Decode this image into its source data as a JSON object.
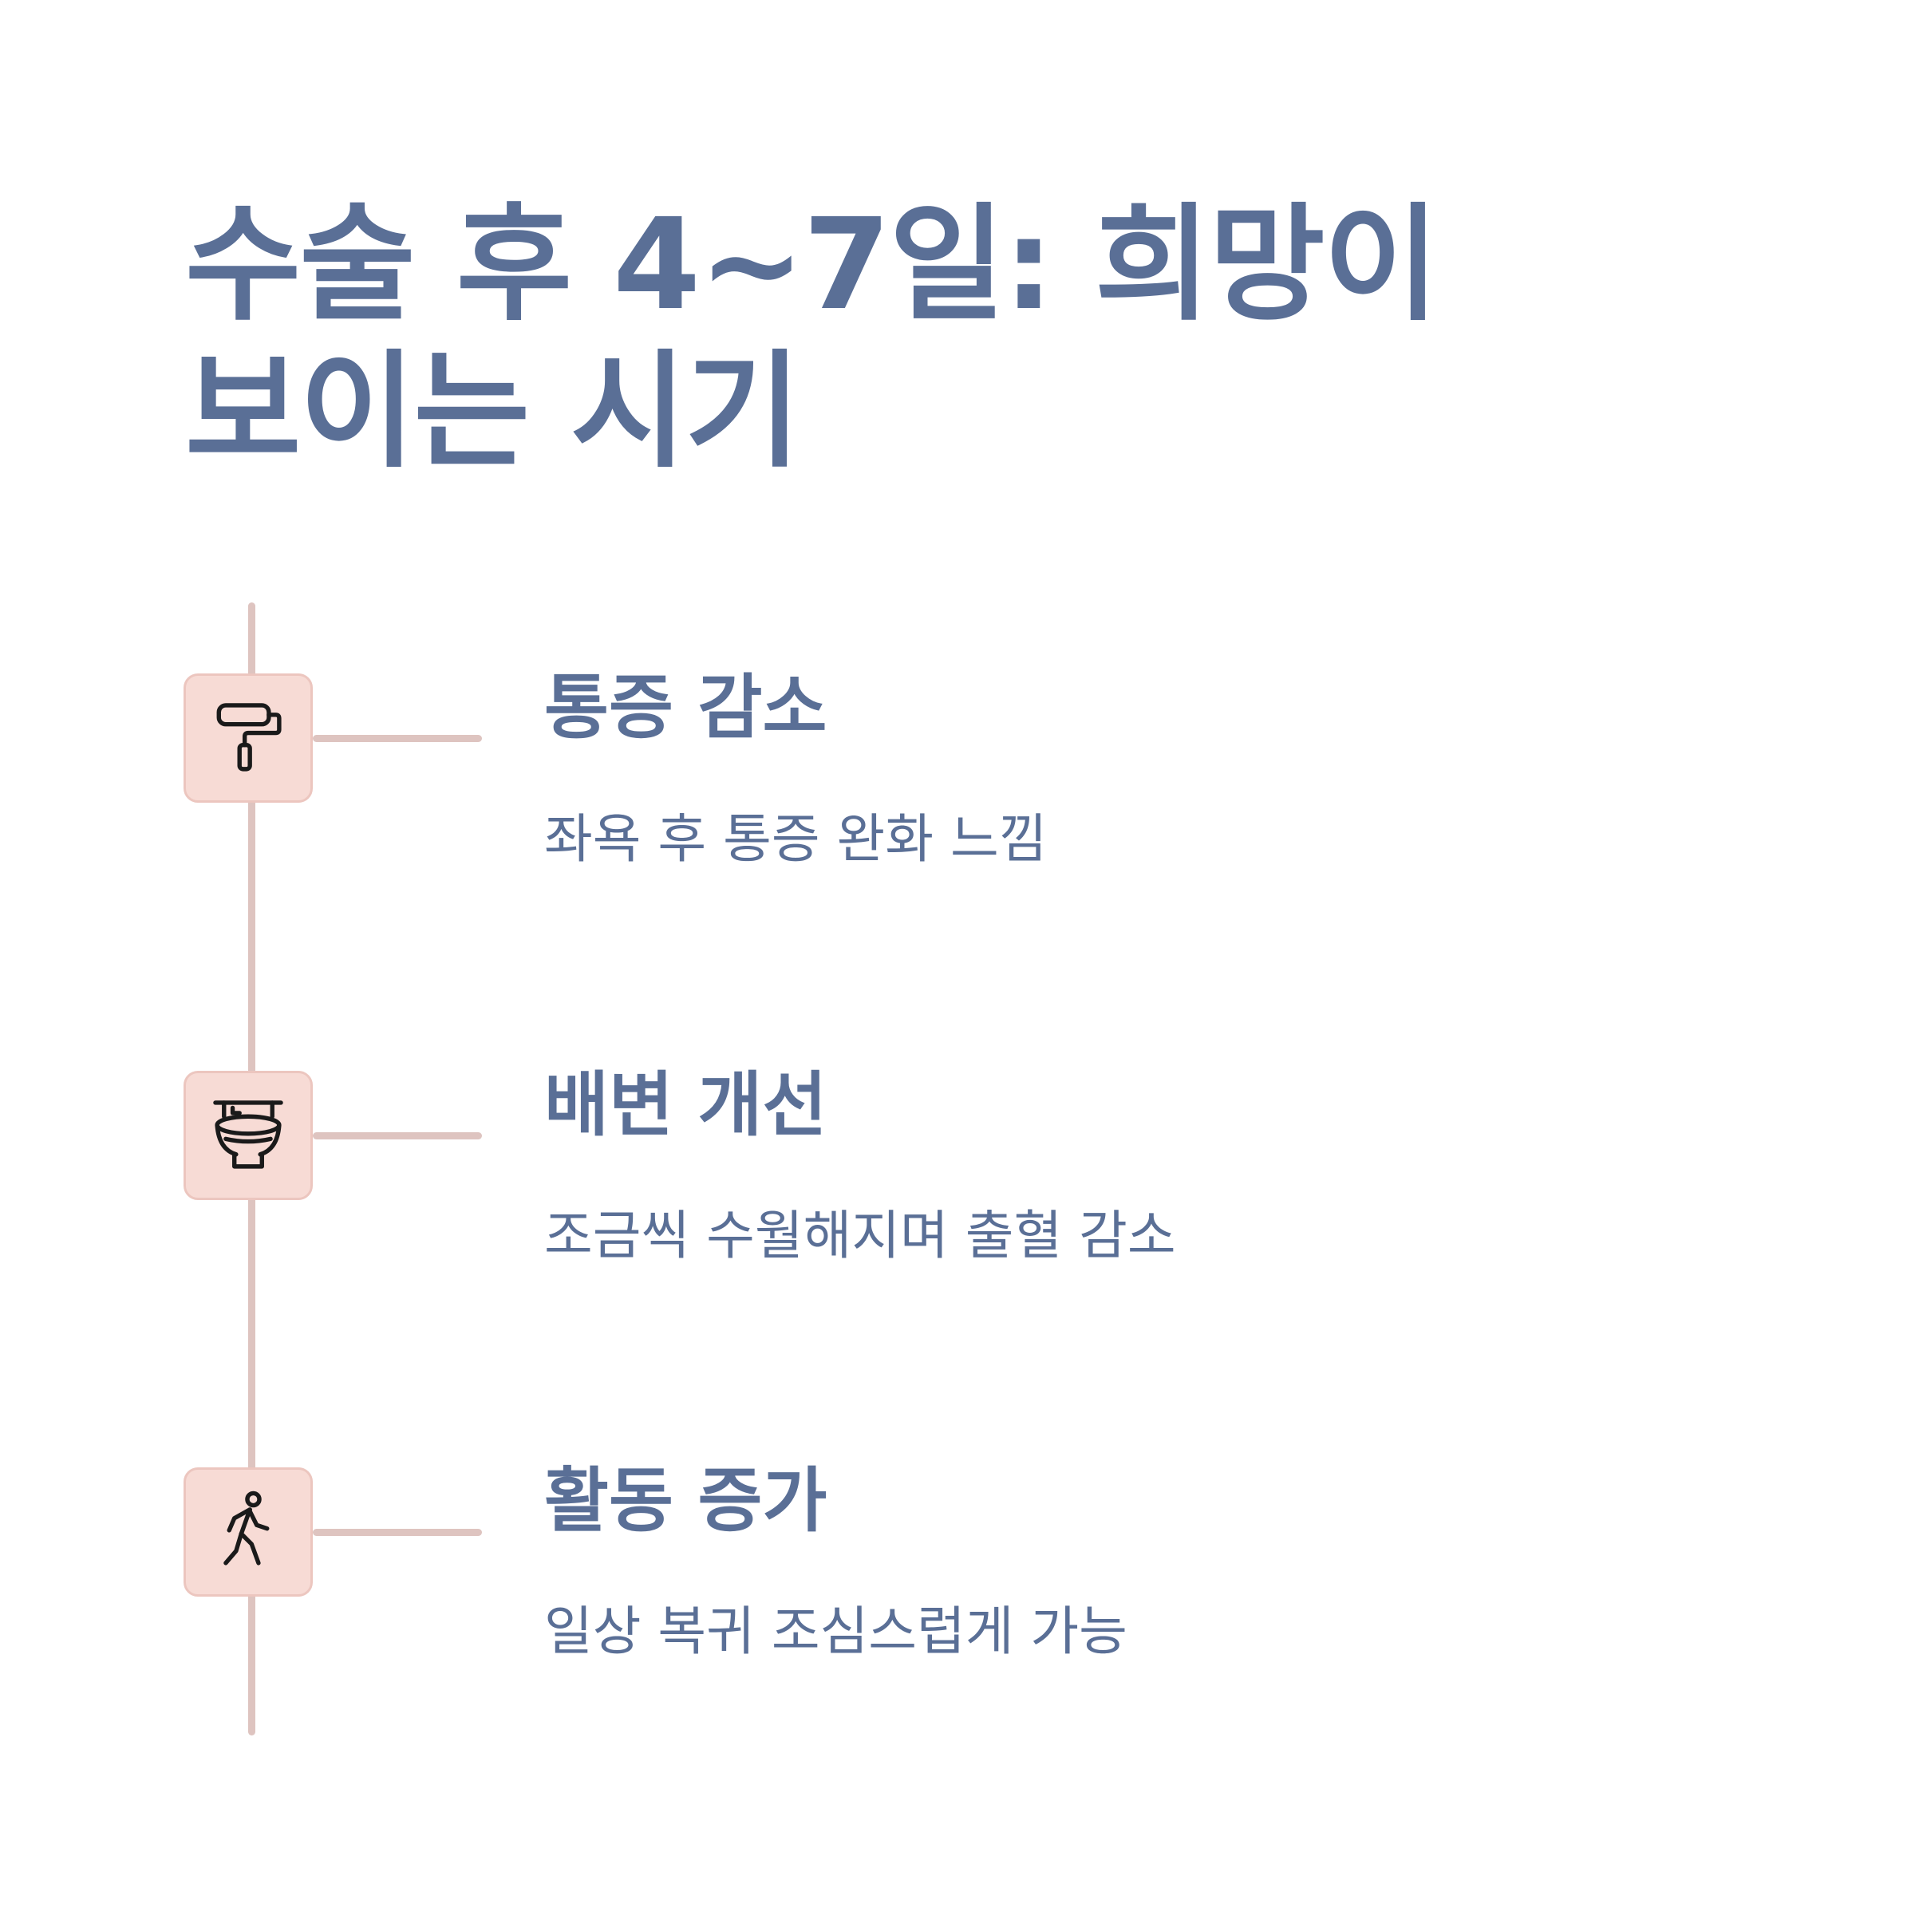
{
  "title": "수술 후 4~7일: 희망이 보이는 시기",
  "items": [
    {
      "icon": "paint-roller-icon",
      "title": "통증 감소",
      "description": "좌욕 후 통증 완화 느낌"
    },
    {
      "icon": "toilet-icon",
      "title": "배변 개선",
      "description": "조금씩 수월해지며 출혈 감소"
    },
    {
      "icon": "walking-person-icon",
      "title": "활동 증가",
      "description": "일상 복귀 조심스럽게 가능"
    }
  ],
  "colors": {
    "text": "#5a6f96",
    "line": "#dec4c0",
    "icon_background": "#f7dbd5",
    "icon_border": "#ecc6bf",
    "icon_stroke": "#1a1a1a"
  }
}
